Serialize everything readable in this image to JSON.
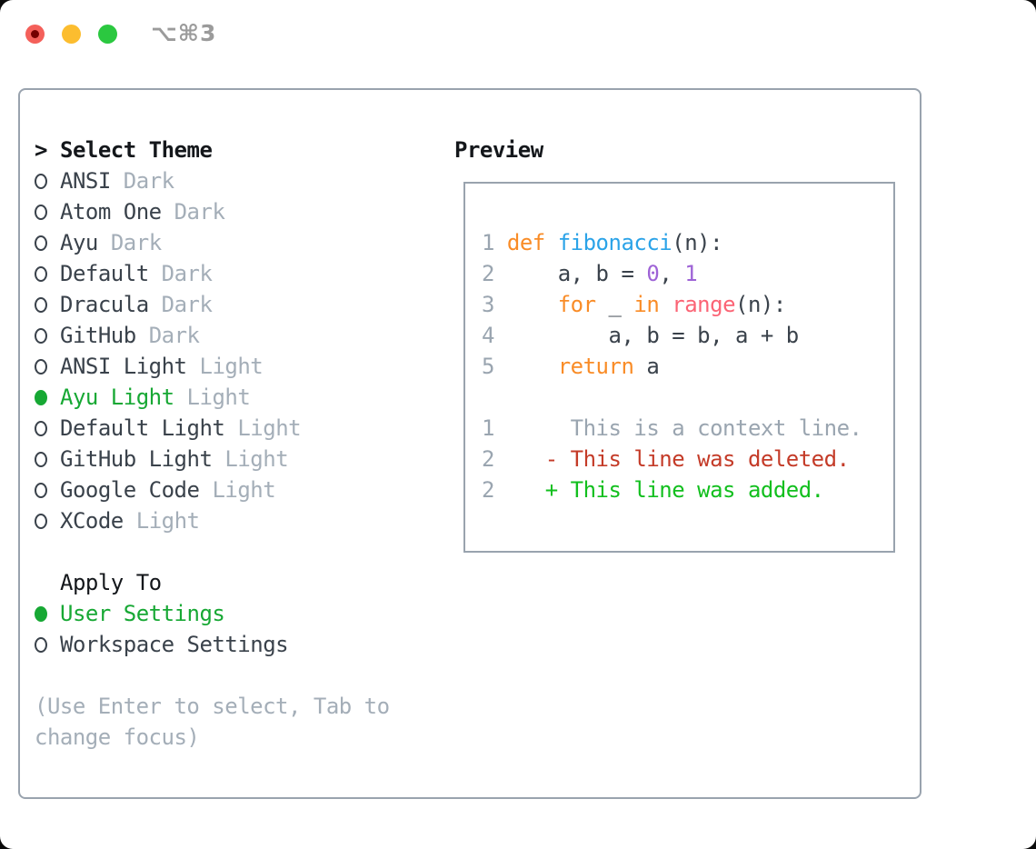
{
  "palette": {
    "border": "#99a3ae",
    "heading": "#14171b",
    "text": "#3a424b",
    "muted": "#a4aeb8",
    "gutter": "#9aa5b0",
    "accent_green": "#17a834",
    "keyword": "#f98c27",
    "function": "#2ba3e8",
    "number": "#9e63d6",
    "builtin": "#fb6475",
    "deleted": "#c43b28",
    "added": "#12bf1e",
    "tl_red": "#f4605a",
    "tl_red_dot": "#750000",
    "tl_yellow": "#fcbd2f",
    "tl_green": "#2bc840"
  },
  "window": {
    "titlebar": {
      "shortcut_label": "⌥⌘3"
    }
  },
  "theme_picker": {
    "prompt_icon": ">",
    "title": "Select Theme",
    "items": [
      {
        "name": "ANSI",
        "variant": "Dark",
        "selected": false
      },
      {
        "name": "Atom One",
        "variant": "Dark",
        "selected": false
      },
      {
        "name": "Ayu",
        "variant": "Dark",
        "selected": false
      },
      {
        "name": "Default",
        "variant": "Dark",
        "selected": false
      },
      {
        "name": "Dracula",
        "variant": "Dark",
        "selected": false
      },
      {
        "name": "GitHub",
        "variant": "Dark",
        "selected": false
      },
      {
        "name": "ANSI Light",
        "variant": "Light",
        "selected": false
      },
      {
        "name": "Ayu Light",
        "variant": "Light",
        "selected": true
      },
      {
        "name": "Default Light",
        "variant": "Light",
        "selected": false
      },
      {
        "name": "GitHub Light",
        "variant": "Light",
        "selected": false
      },
      {
        "name": "Google Code",
        "variant": "Light",
        "selected": false
      },
      {
        "name": "XCode",
        "variant": "Light",
        "selected": false
      }
    ]
  },
  "apply_to": {
    "title": "Apply To",
    "options": [
      {
        "label": "User Settings",
        "selected": true
      },
      {
        "label": "Workspace Settings",
        "selected": false
      }
    ]
  },
  "help": {
    "lines": [
      "(Use Enter to select, Tab to",
      "change focus)"
    ]
  },
  "preview": {
    "title": "Preview",
    "code_lines": [
      [
        {
          "t": "1 ",
          "c": "gutter"
        },
        {
          "t": "def ",
          "c": "keyword"
        },
        {
          "t": "fibonacci",
          "c": "function"
        },
        {
          "t": "(n):",
          "c": "text"
        }
      ],
      [
        {
          "t": "2 ",
          "c": "gutter"
        },
        {
          "t": "    a, b = ",
          "c": "text"
        },
        {
          "t": "0",
          "c": "number"
        },
        {
          "t": ", ",
          "c": "text"
        },
        {
          "t": "1",
          "c": "number"
        }
      ],
      [
        {
          "t": "3 ",
          "c": "gutter"
        },
        {
          "t": "    ",
          "c": "text"
        },
        {
          "t": "for",
          "c": "keyword"
        },
        {
          "t": " _ ",
          "c": "text"
        },
        {
          "t": "in",
          "c": "keyword"
        },
        {
          "t": " ",
          "c": "text"
        },
        {
          "t": "range",
          "c": "builtin"
        },
        {
          "t": "(n):",
          "c": "text"
        }
      ],
      [
        {
          "t": "4 ",
          "c": "gutter"
        },
        {
          "t": "        a, b = b, a + b",
          "c": "text"
        }
      ],
      [
        {
          "t": "5 ",
          "c": "gutter"
        },
        {
          "t": "    ",
          "c": "text"
        },
        {
          "t": "return",
          "c": "keyword"
        },
        {
          "t": " a",
          "c": "text"
        }
      ],
      [],
      [
        {
          "t": "1",
          "c": "gutter"
        },
        {
          "t": "      This is a context line.",
          "c": "gutter"
        }
      ],
      [
        {
          "t": "2",
          "c": "gutter"
        },
        {
          "t": "    ",
          "c": "text"
        },
        {
          "t": "- This line was deleted.",
          "c": "deleted"
        }
      ],
      [
        {
          "t": "2",
          "c": "gutter"
        },
        {
          "t": "    ",
          "c": "text"
        },
        {
          "t": "+ This line was added.",
          "c": "added"
        }
      ]
    ]
  }
}
